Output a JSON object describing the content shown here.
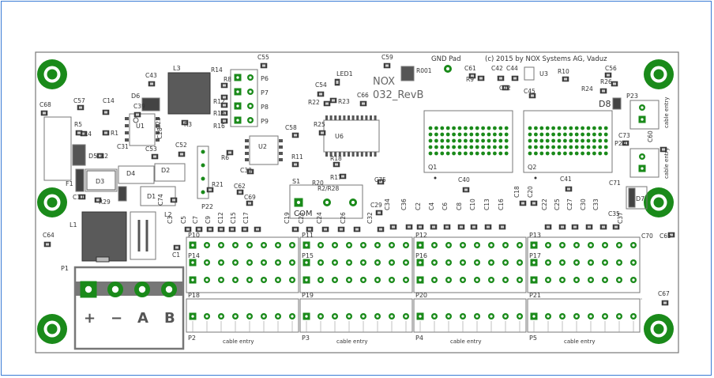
{
  "board": {
    "title_nox": "NOX",
    "title_rev": "032_RevB",
    "copyright": "(c) 2015 by NOX Systems AG, Vaduz",
    "gnd_pad_label": "GND Pad",
    "colors": {
      "board_fill": "#ffffff",
      "outline": "#777777",
      "pad": "#1a8a1a",
      "body": "#555555"
    }
  },
  "terminal": {
    "ref": "P1",
    "labels": [
      "+",
      "−",
      "A",
      "B"
    ]
  },
  "connectors": {
    "headers": [
      "P10",
      "P11",
      "P12",
      "P13",
      "P14",
      "P15",
      "P16",
      "P17",
      "P18",
      "P19",
      "P20",
      "P21"
    ],
    "bottom": [
      {
        "ref": "P2",
        "note": "cable entry"
      },
      {
        "ref": "P3",
        "note": "cable entry"
      },
      {
        "ref": "P4",
        "note": "cable entry"
      },
      {
        "ref": "P5",
        "note": "cable entry"
      }
    ],
    "right": [
      {
        "ref": "P23",
        "note": "cable entry"
      },
      {
        "ref": "P24",
        "note": "cable entry"
      }
    ],
    "small": [
      "P6",
      "P7",
      "P8",
      "P9",
      "P22"
    ]
  },
  "switch": {
    "ref": "S1",
    "com": "COM",
    "r_label": "R2/R28"
  },
  "ics": [
    "U1",
    "U2",
    "U3",
    "U6",
    "Q1",
    "Q2"
  ],
  "inductors": [
    "L1",
    "L2",
    "L3"
  ],
  "diodes": [
    "D1",
    "D2",
    "D3",
    "D4",
    "D5",
    "D6",
    "D7",
    "D8",
    "LED1"
  ],
  "fuse": "F1",
  "resistors": [
    "R001",
    "R1",
    "R2",
    "R3",
    "R4",
    "R5",
    "R6",
    "R8",
    "R9",
    "R10",
    "R11",
    "R12",
    "R14",
    "R15",
    "R16",
    "R17",
    "R18",
    "R20",
    "R21",
    "R22",
    "R23",
    "R24",
    "R25",
    "R26",
    "R29"
  ],
  "capacitors": [
    "C1",
    "C2",
    "C3",
    "C4",
    "C5",
    "C6",
    "C7",
    "C8",
    "C9",
    "C10",
    "C11",
    "C12",
    "C13",
    "C14",
    "C15",
    "C16",
    "C17",
    "C18",
    "C19",
    "C20",
    "C21",
    "C22",
    "C23",
    "C24",
    "C25",
    "C26",
    "C27",
    "C28",
    "C29",
    "C30",
    "C31",
    "C32",
    "C33",
    "C34",
    "C35",
    "C36",
    "C37",
    "C38",
    "C39",
    "C40",
    "C41",
    "C42",
    "C43",
    "C44",
    "C45",
    "C52",
    "C53",
    "C54",
    "C55",
    "C56",
    "C57",
    "C58",
    "C59",
    "C60",
    "C61",
    "C62",
    "C64",
    "C65",
    "C66",
    "C67",
    "C68",
    "C69",
    "C70",
    "C71",
    "C72",
    "C73",
    "C74",
    "C75"
  ]
}
